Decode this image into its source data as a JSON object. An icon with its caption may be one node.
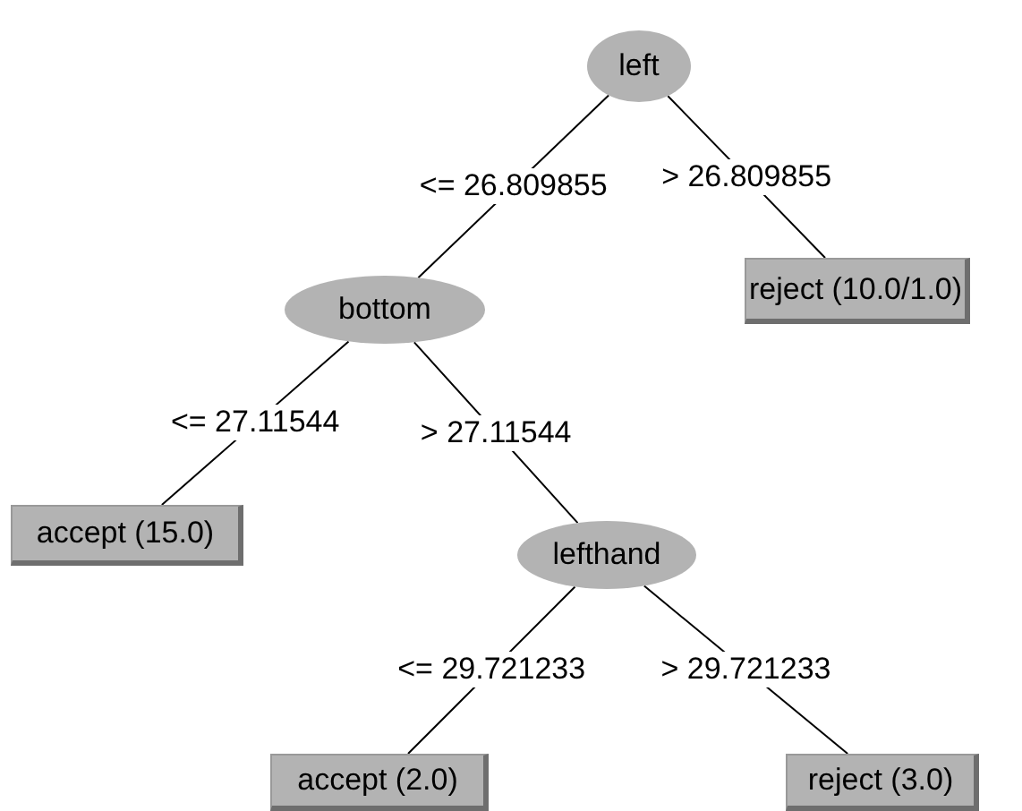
{
  "diagram": {
    "nodes": [
      {
        "text": [
          "left"
        ]
      },
      {
        "text": [
          "bottom"
        ]
      },
      {
        "text": [
          "reject (10.0/1.0)"
        ]
      },
      {
        "text": [
          "accept (15.0)"
        ]
      },
      {
        "text": [
          "lefthand"
        ]
      },
      {
        "text": [
          "accept (2.0)"
        ]
      },
      {
        "text": [
          "reject (3.0)"
        ]
      }
    ],
    "edges": [
      {
        "from": 0,
        "to": 1,
        "arrow": "none",
        "label": "<= 26.809855"
      },
      {
        "from": 0,
        "to": 2,
        "arrow": "none",
        "label": "> 26.809855"
      },
      {
        "from": 1,
        "to": 3,
        "arrow": "none",
        "label": "<= 27.11544"
      },
      {
        "from": 1,
        "to": 4,
        "arrow": "none",
        "label": "> 27.11544"
      },
      {
        "from": 4,
        "to": 5,
        "arrow": "none",
        "label": "<= 29.721233"
      },
      {
        "from": 4,
        "to": 6,
        "arrow": "none",
        "label": "> 29.721233"
      }
    ]
  }
}
